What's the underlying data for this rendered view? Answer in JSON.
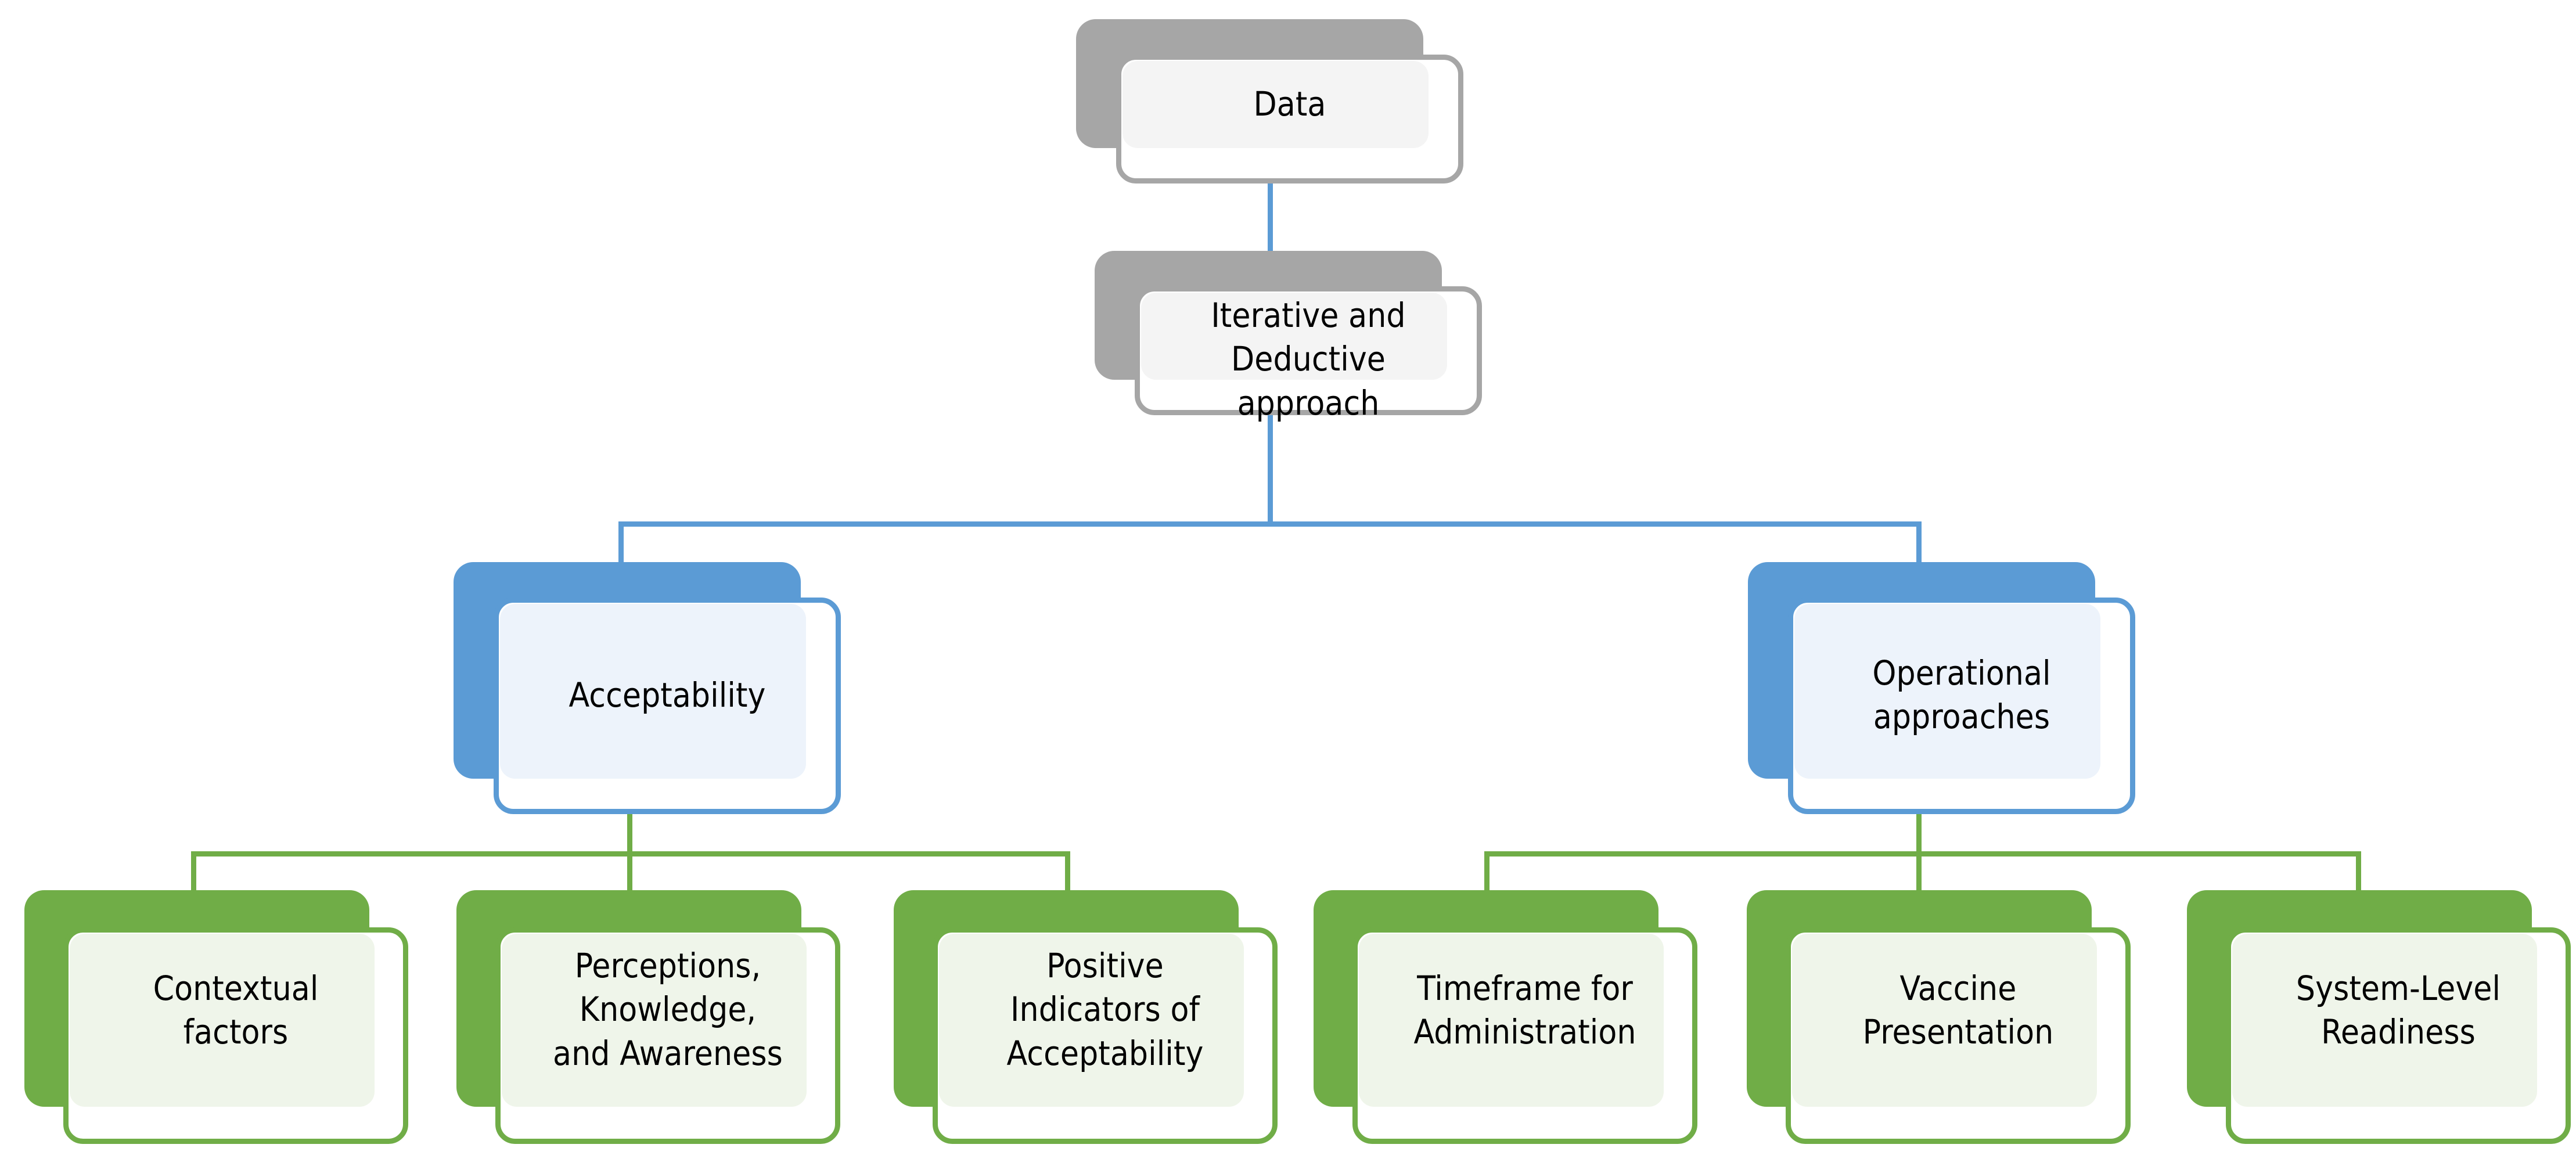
{
  "diagram": {
    "title": "Data analysis thematic framework",
    "type": "hierarchy-tree",
    "colors": {
      "grey": "#A6A6A6",
      "grey_fill": "#F4F4F4",
      "blue": "#5B9BD5",
      "blue_fill": "#EDF3FB",
      "green": "#70AD47",
      "green_fill": "#EFF5EA",
      "card_body": "#FFFFFF",
      "text": "#000000",
      "background": "#FFFFFF"
    },
    "levels": [
      {
        "name": "level-1-source",
        "nodes": [
          {
            "id": "data",
            "label": "Data",
            "style": "grey"
          }
        ]
      },
      {
        "name": "level-2-method",
        "nodes": [
          {
            "id": "approach",
            "label": "Iterative and\nDeductive\napproach",
            "style": "grey"
          }
        ]
      },
      {
        "name": "level-3-themes",
        "nodes": [
          {
            "id": "acceptability",
            "label": "Acceptability",
            "style": "blue"
          },
          {
            "id": "operational",
            "label": "Operational\napproaches",
            "style": "blue"
          }
        ]
      },
      {
        "name": "level-4-subthemes",
        "nodes": [
          {
            "id": "contextual",
            "label": "Contextual\nfactors",
            "style": "green",
            "parent": "acceptability"
          },
          {
            "id": "perceptions",
            "label": "Perceptions,\nKnowledge,\nand Awareness",
            "style": "green",
            "parent": "acceptability"
          },
          {
            "id": "indicators",
            "label": "Positive\nIndicators of\nAcceptability",
            "style": "green",
            "parent": "acceptability"
          },
          {
            "id": "timeframe",
            "label": "Timeframe for\nAdministration",
            "style": "green",
            "parent": "operational"
          },
          {
            "id": "presentation",
            "label": "Vaccine\nPresentation",
            "style": "green",
            "parent": "operational"
          },
          {
            "id": "readiness",
            "label": "System-Level\nReadiness",
            "style": "green",
            "parent": "operational"
          }
        ]
      }
    ]
  }
}
